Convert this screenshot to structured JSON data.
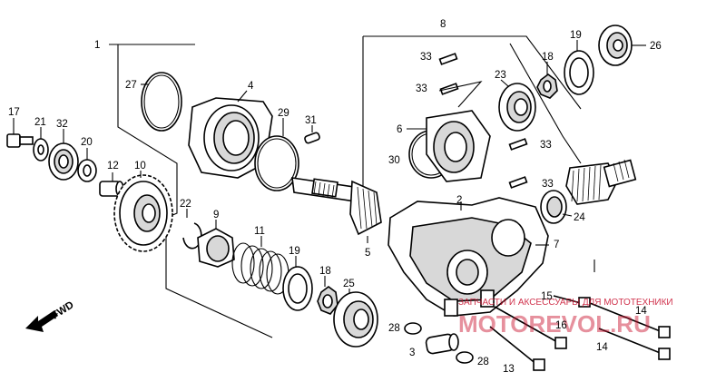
{
  "parts": {
    "p1": "1",
    "p2": "2",
    "p3": "3",
    "p4": "4",
    "p5": "5",
    "p6": "6",
    "p7": "7",
    "p8": "8",
    "p9": "9",
    "p10": "10",
    "p11": "11",
    "p12": "12",
    "p13": "13",
    "p14a": "14",
    "p14b": "14",
    "p15": "15",
    "p16": "16",
    "p17": "17",
    "p18a": "18",
    "p18b": "18",
    "p19a": "19",
    "p19b": "19",
    "p20": "20",
    "p21": "21",
    "p22": "22",
    "p23": "23",
    "p24": "24",
    "p25": "25",
    "p26": "26",
    "p27": "27",
    "p28a": "28",
    "p28b": "28",
    "p29": "29",
    "p30": "30",
    "p31": "31",
    "p32": "32",
    "p33a": "33",
    "p33b": "33",
    "p33c": "33",
    "p33d": "33"
  },
  "fwd": "FWD",
  "watermark": {
    "line1": "ЗАПЧАСТИ И АКСЕССУАРЫ ДЛЯ МОТОТЕХНИКИ",
    "line2": "MOTOREVOL.RU"
  },
  "colors": {
    "ink": "#000000",
    "watermark": "#c8102e"
  }
}
